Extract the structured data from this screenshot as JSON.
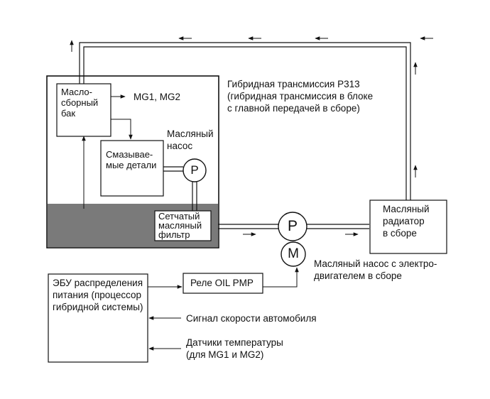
{
  "labels": {
    "transmission": "Гибридная трансмиссия P313\n(гибридная трансмиссия в блоке\nс главной передачей в сборе)",
    "oil_tank": "Масло-\nсборный\nбак",
    "mg": "MG1, MG2",
    "oil_pump": "Масляный\nнасос",
    "lubricated_parts": "Смазывае-\nмые детали",
    "strainer": "Сетчатый\nмасляный\nфильтр",
    "pump_letter": "P",
    "motor_letter": "M",
    "radiator": "Масляный\nрадиатор\nв сборе",
    "electric_pump": "Масляный насос с электро-\nдвигателем в сборе",
    "ecu": "ЭБУ распределения\nпитания (процессор\nгибридной системы)",
    "relay": "Реле OIL PMP",
    "speed_signal": "Сигнал скорости автомобиля",
    "temp_sensors": "Датчики температуры\n(для MG1 и MG2)"
  }
}
